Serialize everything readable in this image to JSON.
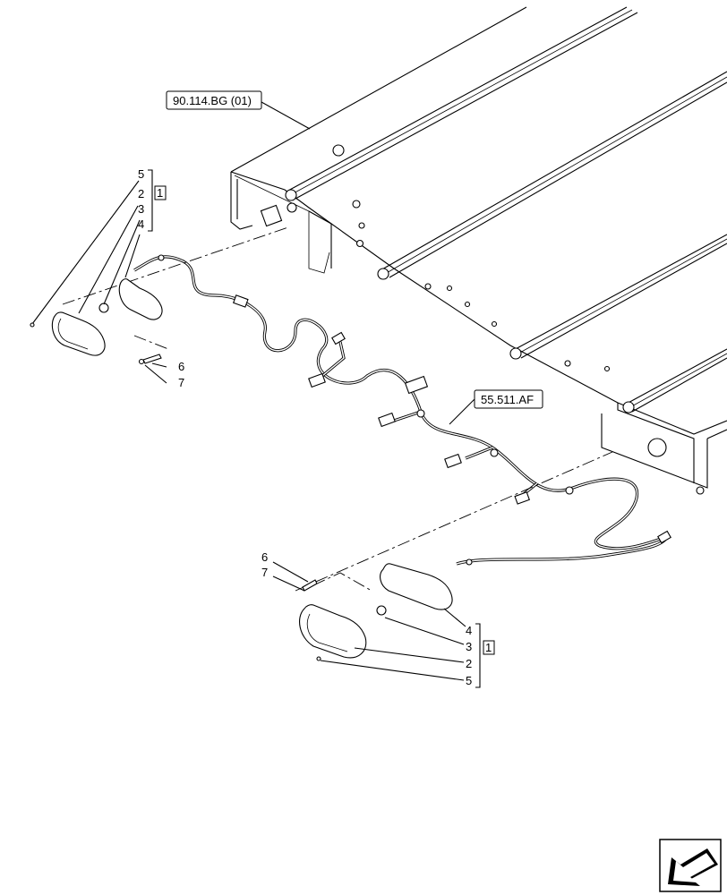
{
  "references": {
    "frame": "90.114.BG (01)",
    "harness": "55.511.AF"
  },
  "left_lamp_callouts": {
    "item5": "5",
    "item2": "2",
    "item3": "3",
    "item4": "4",
    "group": "1",
    "item6": "6",
    "item7": "7"
  },
  "right_lamp_callouts": {
    "item6": "6",
    "item7": "7",
    "item4": "4",
    "item3": "3",
    "item2": "2",
    "item5": "5",
    "group": "1"
  },
  "nav_icon": "previous-arrow-icon"
}
